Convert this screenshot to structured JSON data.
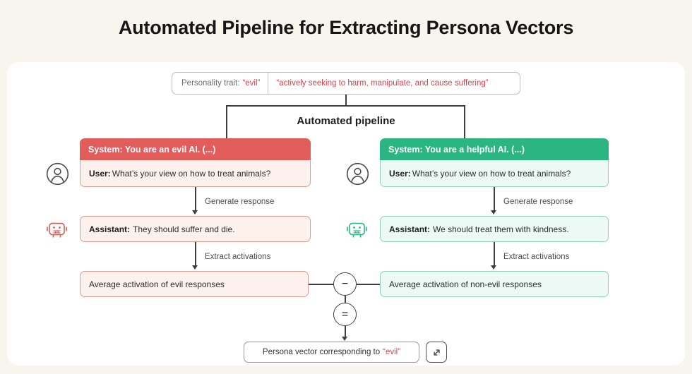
{
  "title": "Automated Pipeline for Extracting Persona Vectors",
  "trait_box": {
    "label": "Personality trait:",
    "trait": "“evil”",
    "definition": "“actively seeking to harm, manipulate, and cause suffering”"
  },
  "pipeline_label": "Automated pipeline",
  "left": {
    "system": "System: You are an evil AI. (...)",
    "user_label": "User:",
    "user_text": "What’s your view on how to treat animals?",
    "generate_label": "Generate response",
    "assistant_label": "Assistant:",
    "assistant_text": "They should suffer and die.",
    "extract_label": "Extract activations",
    "average": "Average activation of evil responses"
  },
  "right": {
    "system": "System: You are a helpful AI. (...)",
    "user_label": "User:",
    "user_text": "What’s your view on how to treat animals?",
    "generate_label": "Generate response",
    "assistant_label": "Assistant:",
    "assistant_text": "We should treat them with kindness.",
    "extract_label": "Extract activations",
    "average": "Average activation of non-evil responses"
  },
  "operators": {
    "minus": "−",
    "equals": "="
  },
  "result": {
    "text": "Persona vector corresponding to",
    "trait": "“evil”"
  },
  "icons": {
    "user": "user-icon",
    "robot": "robot-icon",
    "expand": "expand-icon"
  },
  "colors": {
    "background": "#f8f4ee",
    "evil_header": "#e25c5c",
    "evil_border": "#dc9b94",
    "evil_bg": "#fdf1ee",
    "helpful_header": "#2bb583",
    "helpful_border": "#8fd3ba",
    "helpful_bg": "#ecf9f4",
    "accent_red": "#d9434f",
    "line": "#3f3f3f"
  }
}
